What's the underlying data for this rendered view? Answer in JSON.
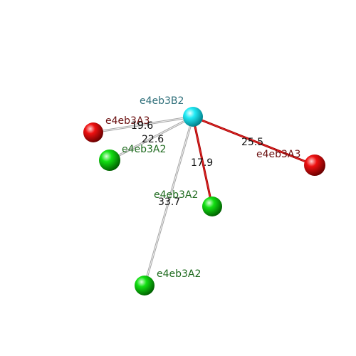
{
  "diagram": {
    "center": {
      "label": "e4eb3B2",
      "color": "#00e5f0",
      "label_color": "#2f6f7a"
    },
    "nodes": [
      {
        "id": "a",
        "label": "e4eb3A3",
        "color": "#e00000",
        "label_color": "#6b1010",
        "distance": "19.6",
        "bond": "gray"
      },
      {
        "id": "b",
        "label": "e4eb3A2",
        "color": "#00d000",
        "label_color": "#1f6b1f",
        "distance": "22.6",
        "bond": "gray"
      },
      {
        "id": "c",
        "label": "e4eb3A3",
        "color": "#e00000",
        "label_color": "#6b1010",
        "distance": "25.5",
        "bond": "red"
      },
      {
        "id": "d",
        "label": "e4eb3A2",
        "color": "#00d000",
        "label_color": "#1f6b1f",
        "distance": "17.9",
        "bond": "red"
      },
      {
        "id": "e",
        "label": "e4eb3A2",
        "color": "#00d000",
        "label_color": "#1f6b1f",
        "distance": "33.7",
        "bond": "gray"
      }
    ],
    "bond_colors": {
      "gray": "#c8c8c8",
      "red": "#cc0000"
    }
  }
}
